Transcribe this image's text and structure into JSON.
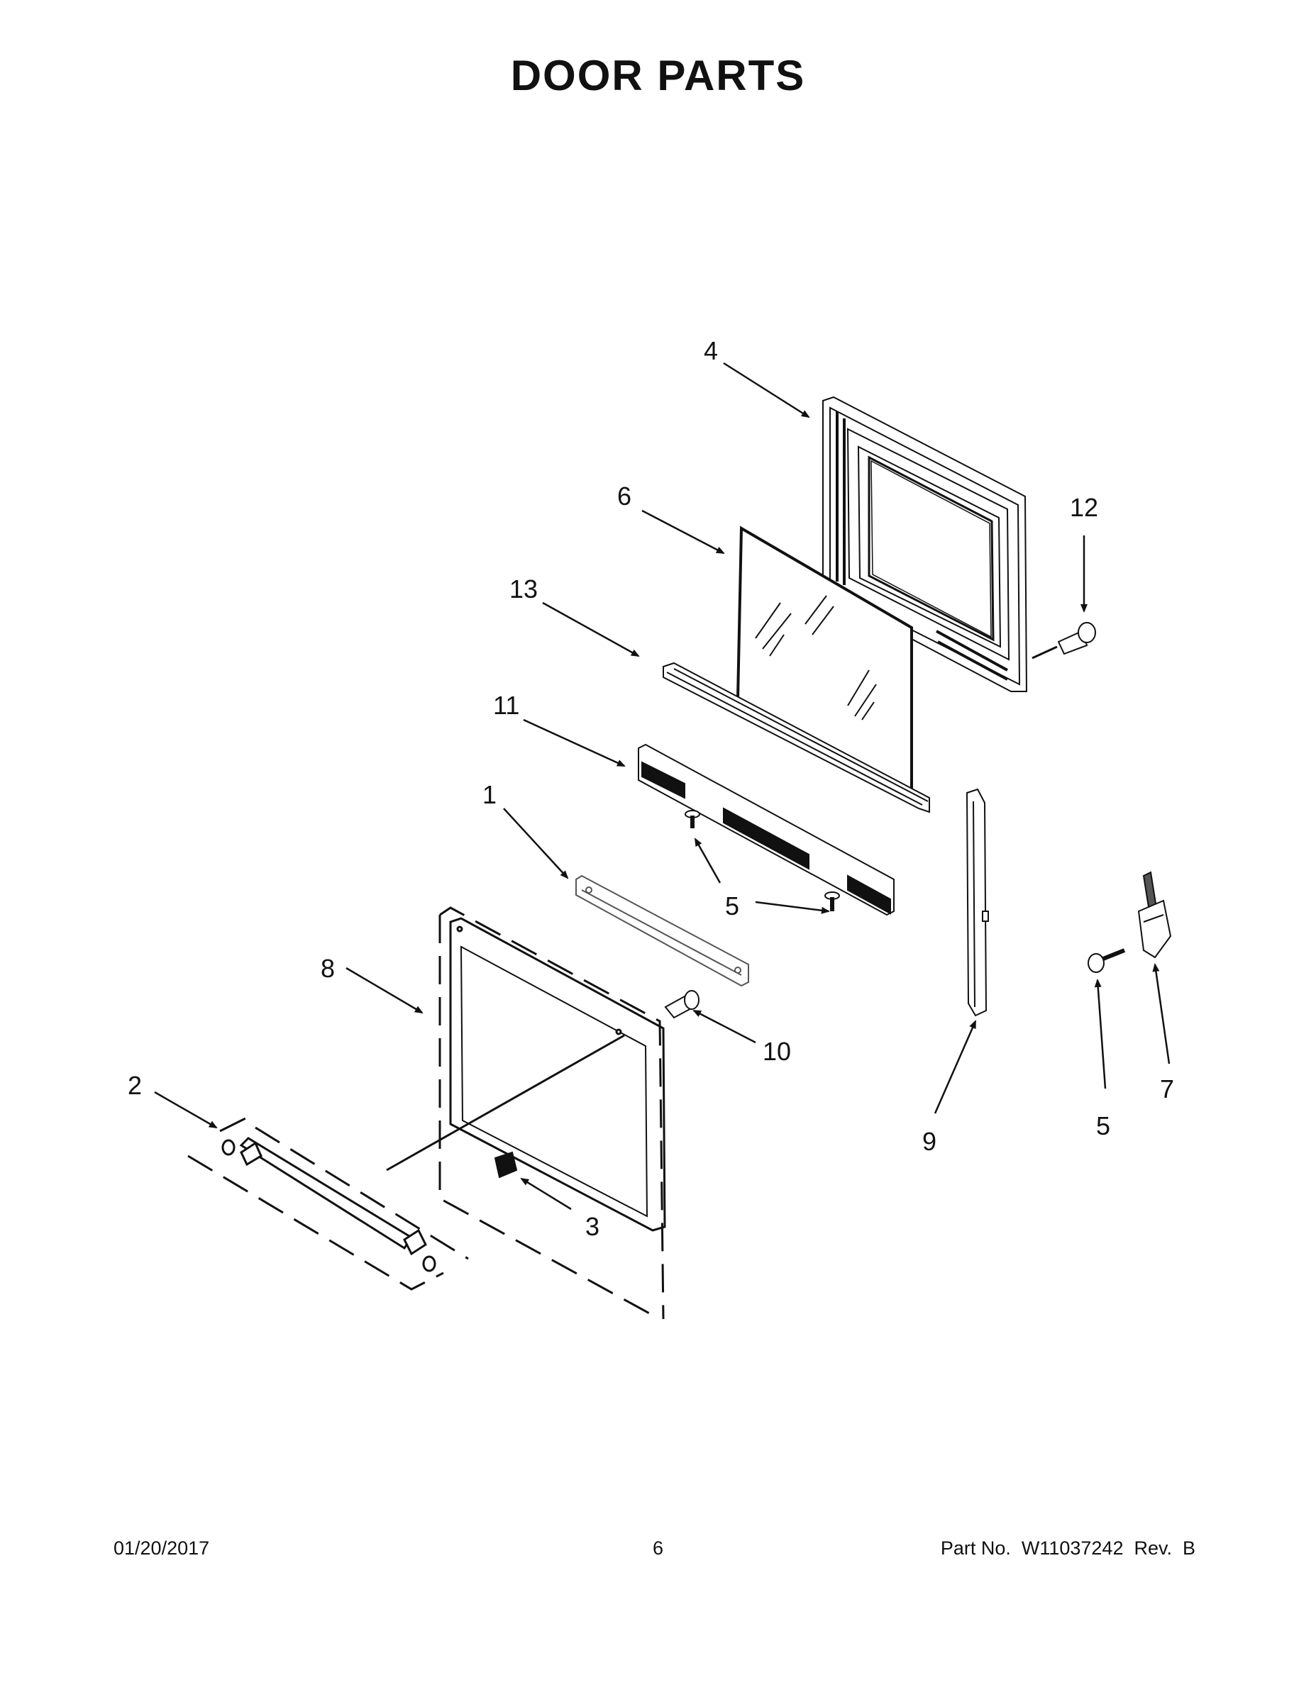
{
  "title": "DOOR PARTS",
  "callouts": {
    "c1": "1",
    "c2": "2",
    "c3": "3",
    "c4": "4",
    "c5a": "5",
    "c5b": "5",
    "c5c": "5",
    "c6": "6",
    "c7": "7",
    "c8": "8",
    "c9": "9",
    "c10": "10",
    "c11": "11",
    "c12": "12",
    "c13": "13"
  },
  "footer": {
    "date": "01/20/2017",
    "page": "6",
    "part": "Part No.  W11037242  Rev.  B"
  }
}
